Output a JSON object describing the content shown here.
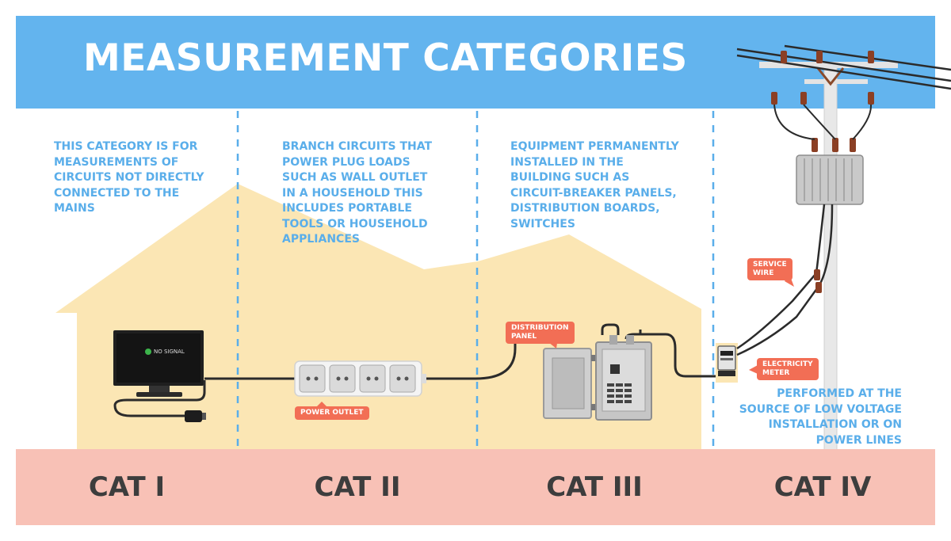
{
  "title": "MEASUREMENT CATEGORIES",
  "categories": [
    {
      "label": "CAT I",
      "description": [
        "THIS CATEGORY IS FOR",
        "MEASUREMENTS OF",
        "CIRCUITS NOT DIRECTLY",
        "CONNECTED TO THE",
        "MAINS"
      ]
    },
    {
      "label": "CAT II",
      "description": [
        "BRANCH CIRCUITS THAT",
        "POWER PLUG LOADS",
        "SUCH AS WALL OUTLET",
        "IN A HOUSEHOLD THIS",
        "INCLUDES PORTABLE",
        "TOOLS OR HOUSEHOLD",
        "APPLIANCES"
      ]
    },
    {
      "label": "CAT III",
      "description": [
        "EQUIPMENT PERMANENTLY",
        "INSTALLED IN THE",
        "BUILDING SUCH AS",
        "CIRCUIT-BREAKER PANELS,",
        "DISTRIBUTION BOARDS,",
        "SWITCHES"
      ]
    },
    {
      "label": "CAT IV",
      "description": [
        "PERFORMED AT THE",
        "SOURCE OF LOW VOLTAGE",
        "INSTALLATION OR ON",
        "POWER LINES"
      ]
    }
  ],
  "callouts": {
    "power_outlet": "POWER OUTLET",
    "distribution_panel": [
      "DISTRIBUTION",
      "PANEL"
    ],
    "service_wire": [
      "SERVICE",
      "WIRE"
    ],
    "electricity_meter": [
      "ELECTRICITY",
      "METER"
    ]
  },
  "monitor": {
    "screen_text": "NO SIGNAL"
  },
  "colors": {
    "banner": "#63b4ee",
    "floor": "#f8c1b6",
    "house": "#fbe6b4",
    "accent_text": "#5aaeea",
    "callout": "#f26e55",
    "category_text": "#3d3d3d"
  }
}
